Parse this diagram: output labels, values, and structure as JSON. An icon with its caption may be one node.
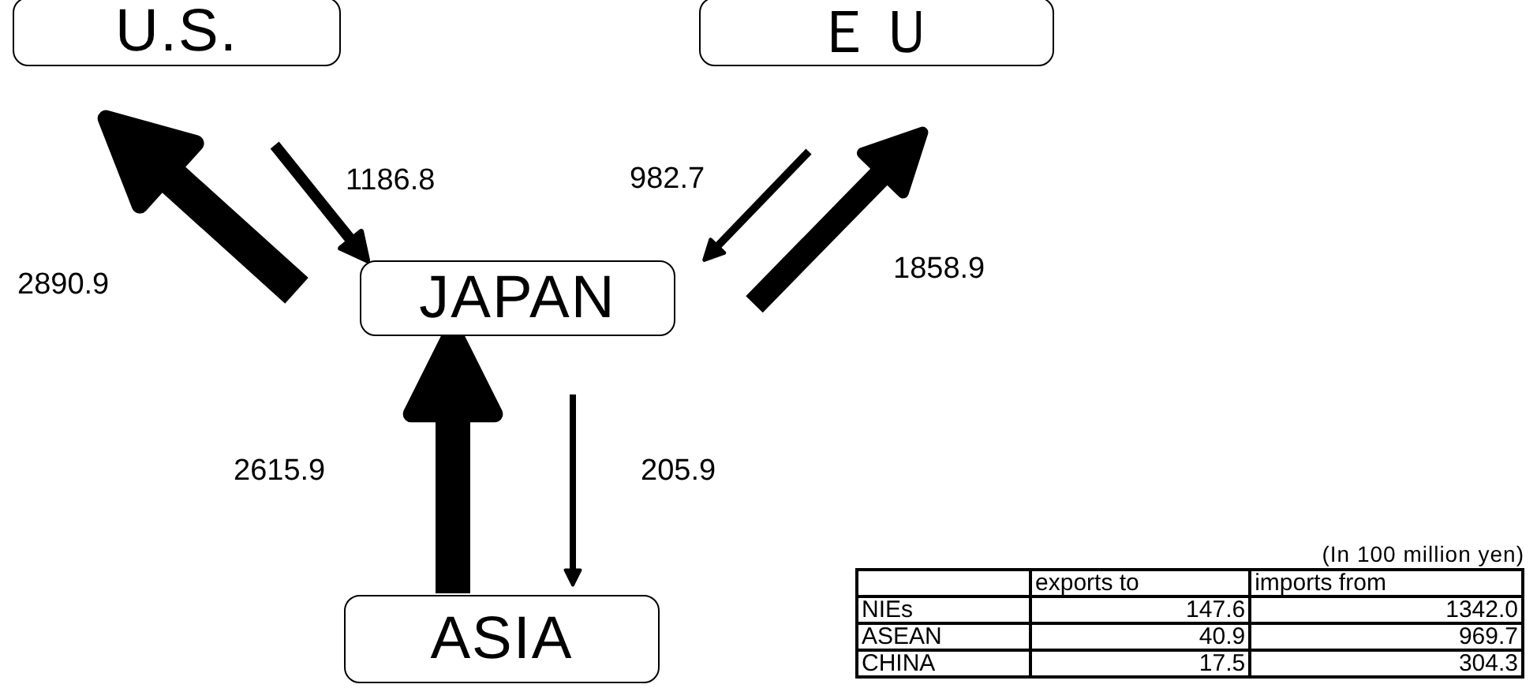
{
  "diagram": {
    "nodes": [
      {
        "text": [
          "U.S."
        ]
      },
      {
        "text": [
          "ＥＵ"
        ]
      },
      {
        "text": [
          "JAPAN"
        ]
      },
      {
        "text": [
          "ASIA"
        ]
      }
    ],
    "edges": [
      {
        "from": 2,
        "to": 0,
        "arrow": "to",
        "label": "2890.9",
        "style": "thick"
      },
      {
        "from": 0,
        "to": 2,
        "arrow": "to",
        "label": "1186.8"
      },
      {
        "from": 1,
        "to": 2,
        "arrow": "to",
        "label": "982.7"
      },
      {
        "from": 2,
        "to": 1,
        "arrow": "to",
        "label": "1858.9",
        "style": "thick"
      },
      {
        "from": 3,
        "to": 2,
        "arrow": "to",
        "label": "2615.9",
        "style": "thick"
      },
      {
        "from": 2,
        "to": 3,
        "arrow": "to",
        "label": "205.9"
      }
    ],
    "labels": [
      "(In 100 million yen)",
      "exports to",
      "imports from",
      "NIEs",
      "147.6",
      "1342.0",
      "ASEAN",
      "40.9",
      "969.7",
      "CHINA",
      "17.5",
      "304.3"
    ]
  }
}
